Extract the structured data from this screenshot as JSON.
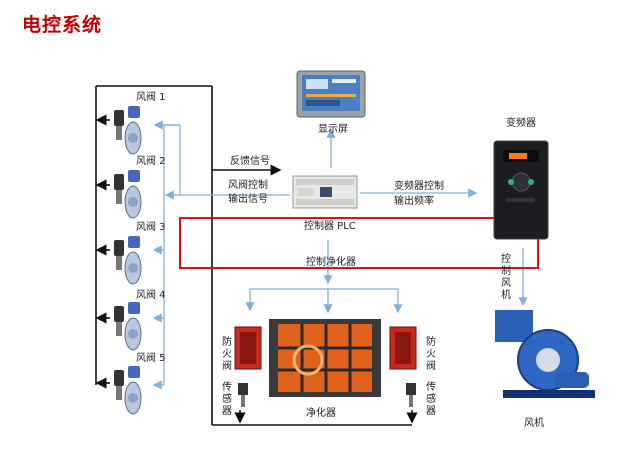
{
  "title": "电控系统",
  "valves": [
    {
      "label": "风阀 1"
    },
    {
      "label": "风阀 2"
    },
    {
      "label": "风阀 3"
    },
    {
      "label": "风阀 4"
    },
    {
      "label": "风阀 5"
    }
  ],
  "hmi": {
    "label": "显示屏"
  },
  "plc": {
    "label": "控制器 PLC"
  },
  "vfd": {
    "label": "变频器"
  },
  "fan": {
    "label": "风机"
  },
  "purifier": {
    "label": "净化器"
  },
  "signals": {
    "feedback": "反馈信号",
    "valve_ctrl_1": "风阀控制",
    "valve_ctrl_2": "输出信号",
    "vfd_ctrl_1": "变频器控制",
    "vfd_ctrl_2": "输出频率",
    "purifier_ctrl": "控制净化器",
    "fan_ctrl": "控制风机"
  },
  "fire_damper_label": "防火阀",
  "sensor_label": "传感器",
  "colors": {
    "title": "#c00000",
    "highlight": "#d4141c",
    "wire_blue": "#7fb0dc",
    "wire_black": "#111111"
  }
}
